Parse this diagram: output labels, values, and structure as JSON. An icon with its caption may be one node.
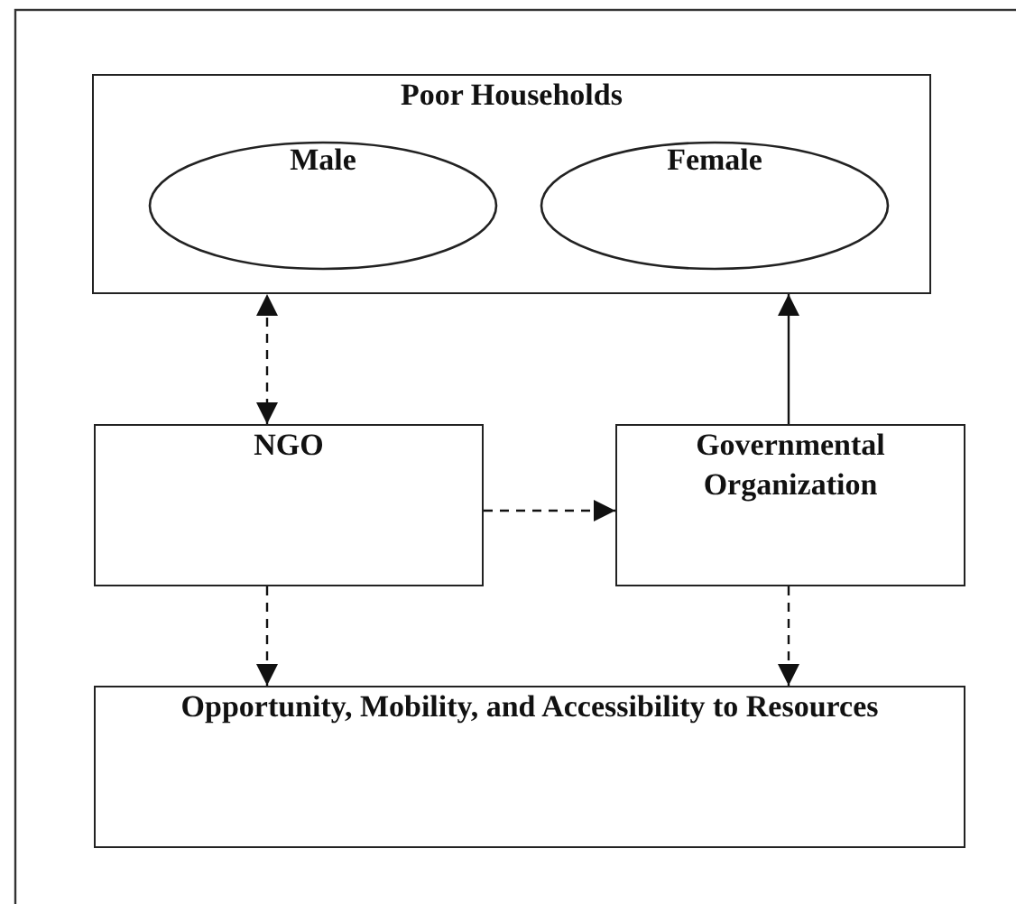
{
  "diagram": {
    "nodes": [
      {
        "text": [
          "Poor Households"
        ]
      },
      {
        "text": [
          "Male"
        ],
        "in": 0
      },
      {
        "text": [
          "Female"
        ],
        "in": 0
      },
      {
        "text": [
          "NGO"
        ]
      },
      {
        "text": [
          "Governmental Organization"
        ]
      },
      {
        "text": [
          "Opportunity, Mobility, and Accessibility to Resources"
        ]
      }
    ],
    "edges": [
      {
        "from": 3,
        "to": 0,
        "arrow": "both",
        "style": "dashed"
      },
      {
        "from": 4,
        "to": 0,
        "arrow": "to"
      },
      {
        "from": 3,
        "to": 4,
        "arrow": "to",
        "style": "dashed"
      },
      {
        "from": 3,
        "to": 5,
        "arrow": "to",
        "style": "dashed"
      },
      {
        "from": 4,
        "to": 5,
        "arrow": "to",
        "style": "dashed"
      }
    ]
  }
}
